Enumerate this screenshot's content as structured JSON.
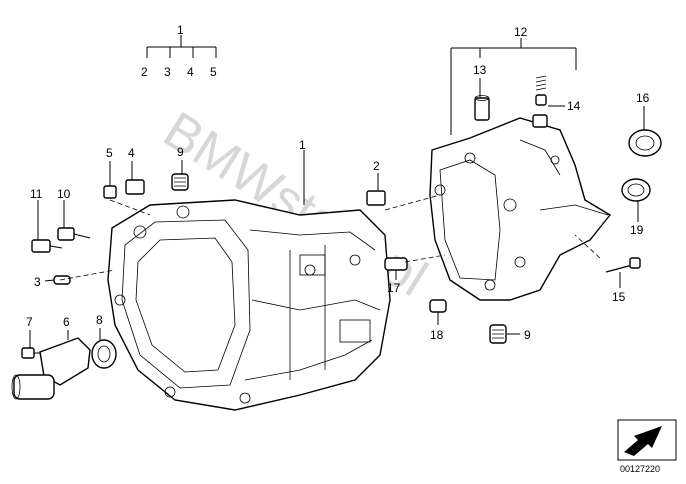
{
  "watermark": "BMWstore.pl",
  "diagram_code": "00127220",
  "icons": {
    "corner": "nav-arrow-icon"
  },
  "callouts": {
    "c1_top": "1",
    "c2_top": "2",
    "c3_top": "3",
    "c4_top": "4",
    "c5_top": "5",
    "c12": "12",
    "c13": "13",
    "c14": "14",
    "c16": "16",
    "c5": "5",
    "c4": "4",
    "c9a": "9",
    "c1": "1",
    "c2": "2",
    "c11": "11",
    "c10": "10",
    "c3": "3",
    "c7": "7",
    "c6": "6",
    "c8": "8",
    "c17": "17",
    "c18": "18",
    "c9b": "9",
    "c19": "19",
    "c15": "15"
  }
}
